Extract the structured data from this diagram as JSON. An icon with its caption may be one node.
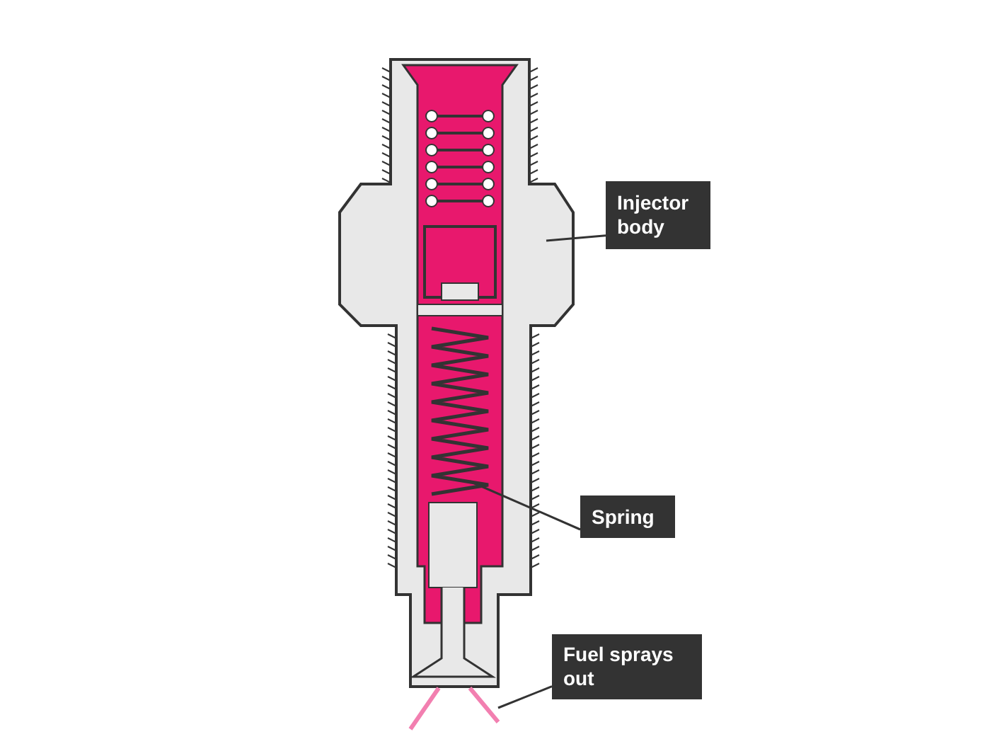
{
  "diagram": {
    "nodes": [
      {
        "text": [
          "Injector body"
        ]
      },
      {
        "text": [
          "Spring"
        ]
      },
      {
        "text": [
          "Fuel sprays out"
        ]
      },
      {
        "text": [],
        "shape": "picture"
      },
      {
        "text": [],
        "shape": "picture",
        "in": 3
      },
      {
        "text": [],
        "shape": "picture"
      }
    ],
    "edges": [
      {
        "from": 0,
        "to": 3,
        "arrow": "none"
      },
      {
        "from": 1,
        "to": 4,
        "arrow": "none"
      },
      {
        "from": 2,
        "to": 5,
        "arrow": "none"
      }
    ]
  }
}
